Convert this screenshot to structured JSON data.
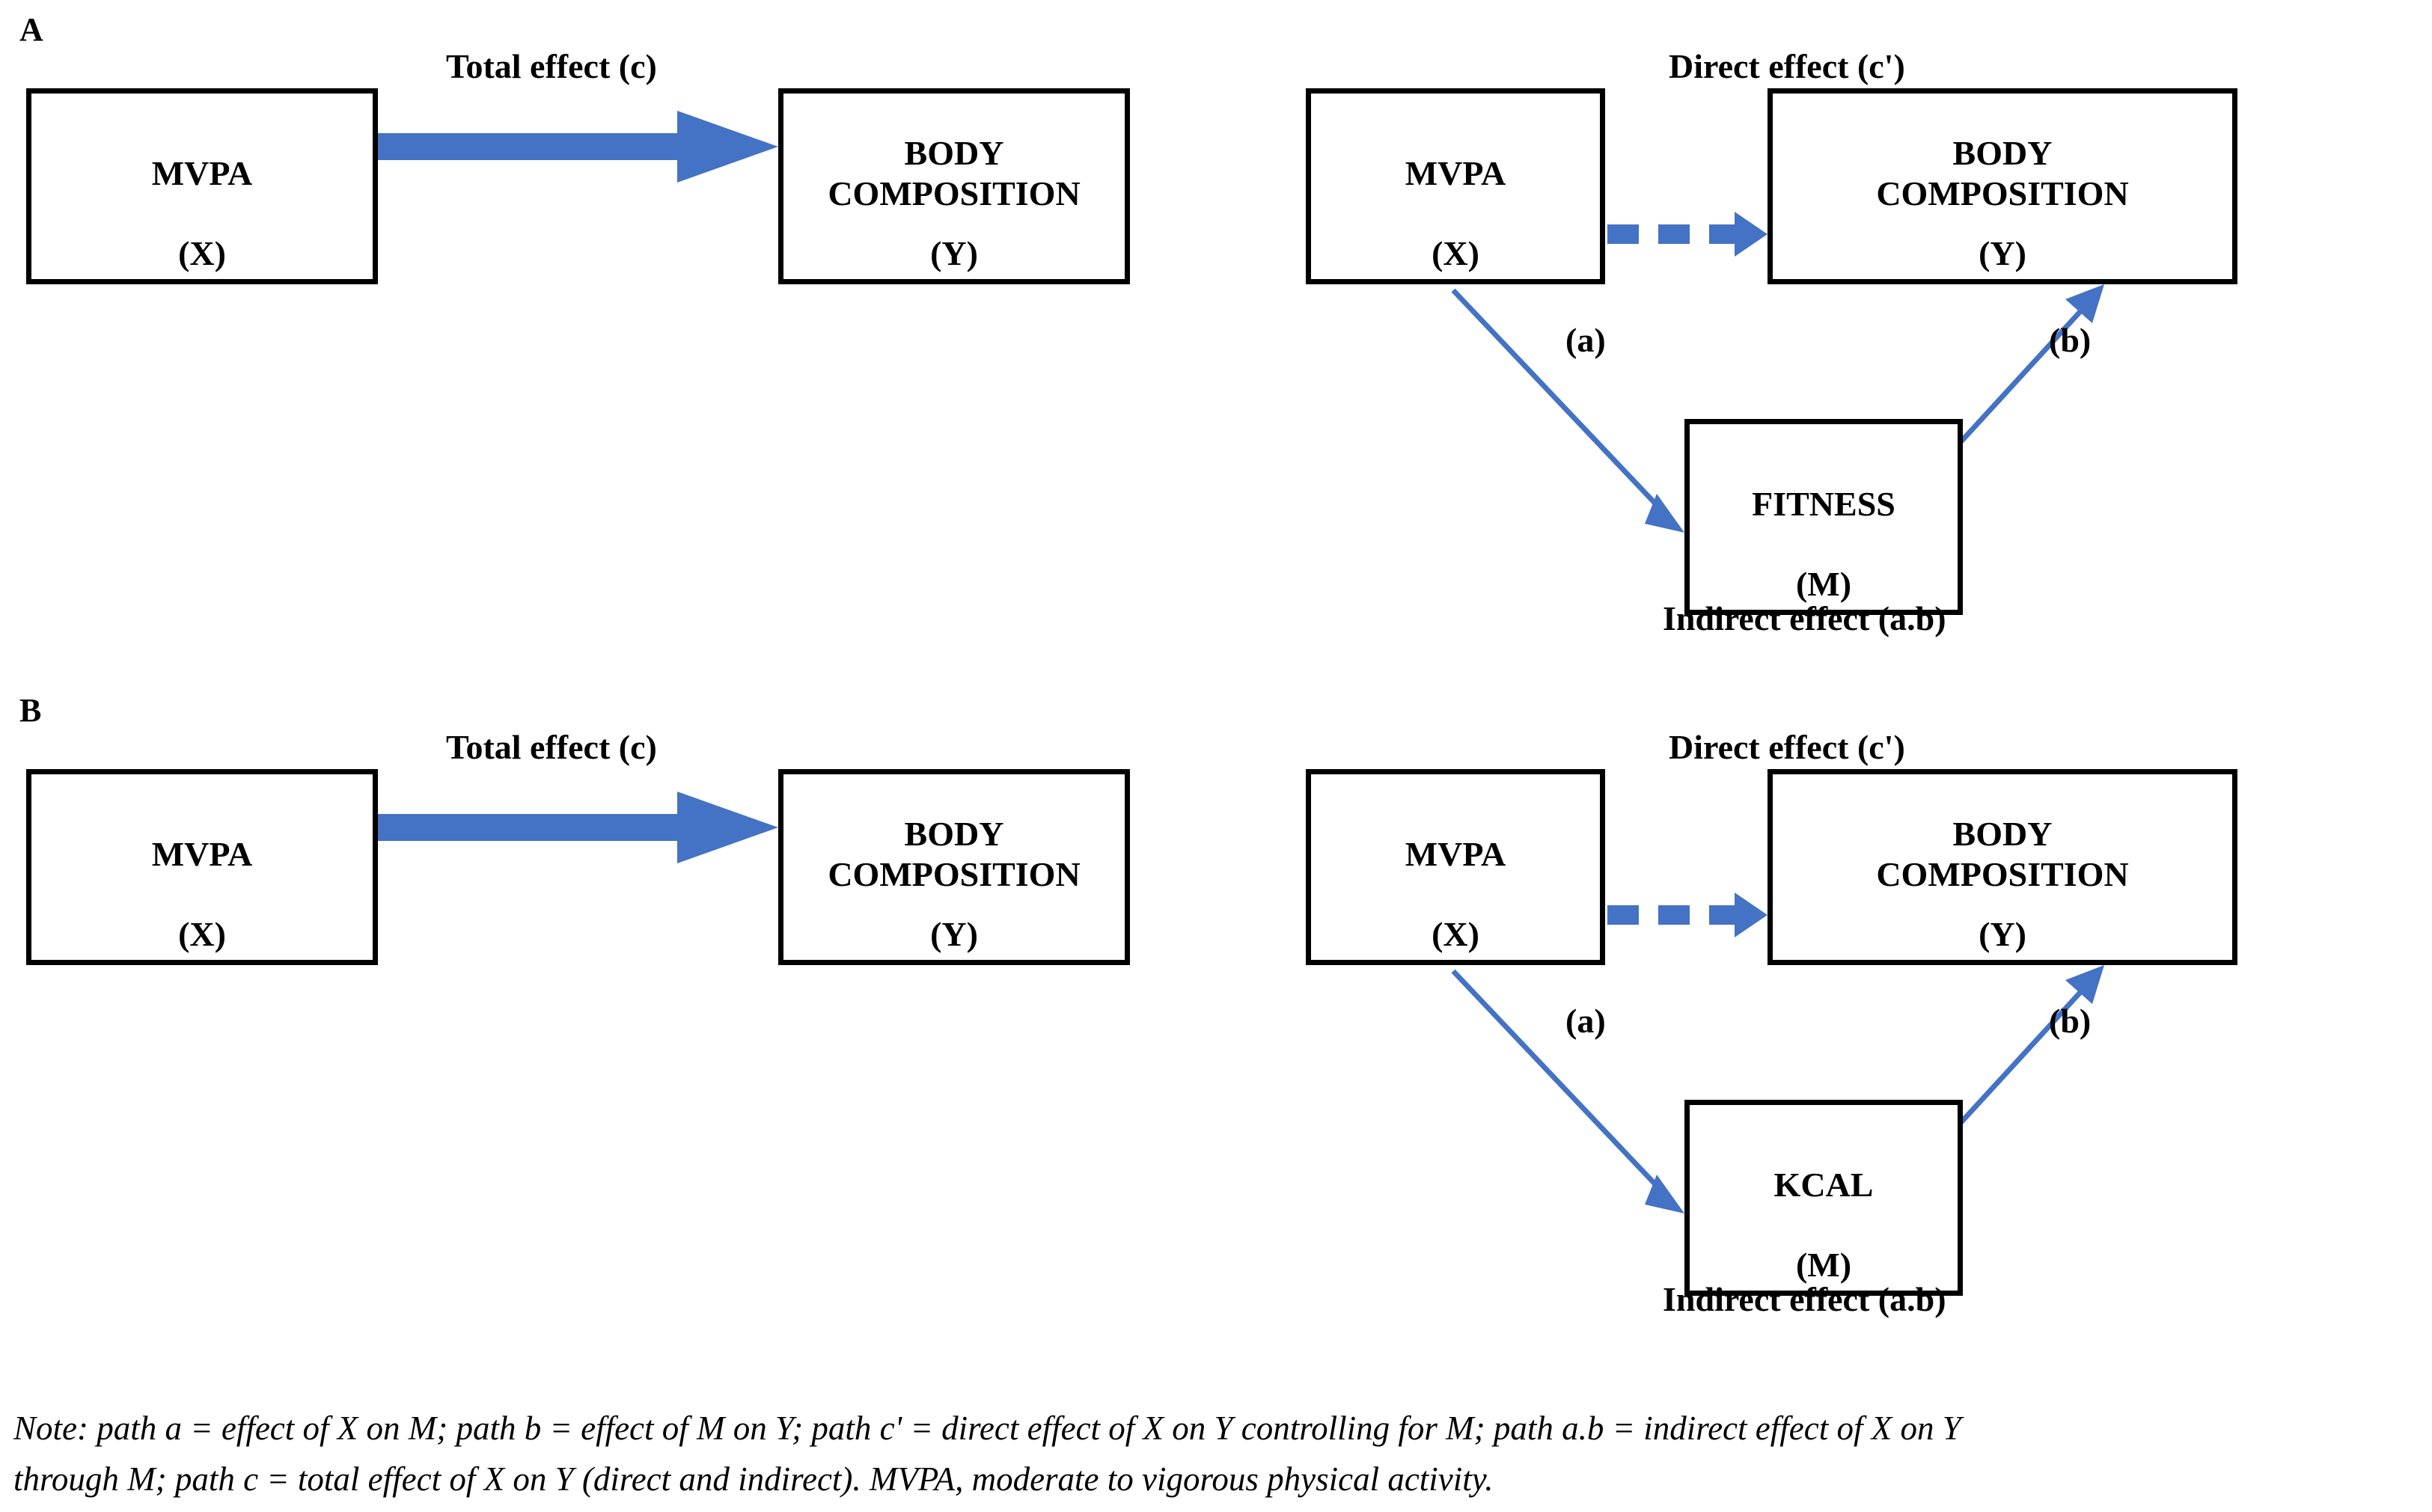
{
  "figure": {
    "colors": {
      "arrow_blue": "#4472C4",
      "box_border": "#000000",
      "background": "#FFFFFF",
      "text": "#000000"
    },
    "panels": [
      {
        "letter": "A",
        "simple_model": {
          "predictor": {
            "name": "MVPA",
            "code": "(X)"
          },
          "outcome": {
            "name": "BODY\nCOMPOSITION",
            "line1": "BODY",
            "line2": "COMPOSITION",
            "code": "(Y)"
          },
          "path_label": "Total effect (c)"
        },
        "mediation_model": {
          "predictor": {
            "name": "MVPA",
            "code": "(X)"
          },
          "mediator": {
            "name": "FITNESS",
            "code": "(M)"
          },
          "outcome": {
            "line1": "BODY",
            "line2": "COMPOSITION",
            "code": "(Y)"
          },
          "direct_label": "Direct effect (c')",
          "path_a_label": "(a)",
          "path_b_label": "(b)",
          "indirect_label": "Indirect effect (a.b)"
        }
      },
      {
        "letter": "B",
        "simple_model": {
          "predictor": {
            "name": "MVPA",
            "code": "(X)"
          },
          "outcome": {
            "line1": "BODY",
            "line2": "COMPOSITION",
            "code": "(Y)"
          },
          "path_label": "Total effect (c)"
        },
        "mediation_model": {
          "predictor": {
            "name": "MVPA",
            "code": "(X)"
          },
          "mediator": {
            "name": "KCAL",
            "code": "(M)"
          },
          "outcome": {
            "line1": "BODY",
            "line2": "COMPOSITION",
            "code": "(Y)"
          },
          "direct_label": "Direct effect (c')",
          "path_a_label": "(a)",
          "path_b_label": "(b)",
          "indirect_label": "Indirect effect (a.b)"
        }
      }
    ],
    "note": {
      "line1": "Note: path a = effect of X on M; path b = effect of M on Y; path c' = direct effect of X on Y controlling for M; path a.b = indirect effect of X on Y",
      "line2": "through M; path c = total effect of X on Y (direct and indirect). MVPA, moderate to vigorous physical activity."
    }
  }
}
